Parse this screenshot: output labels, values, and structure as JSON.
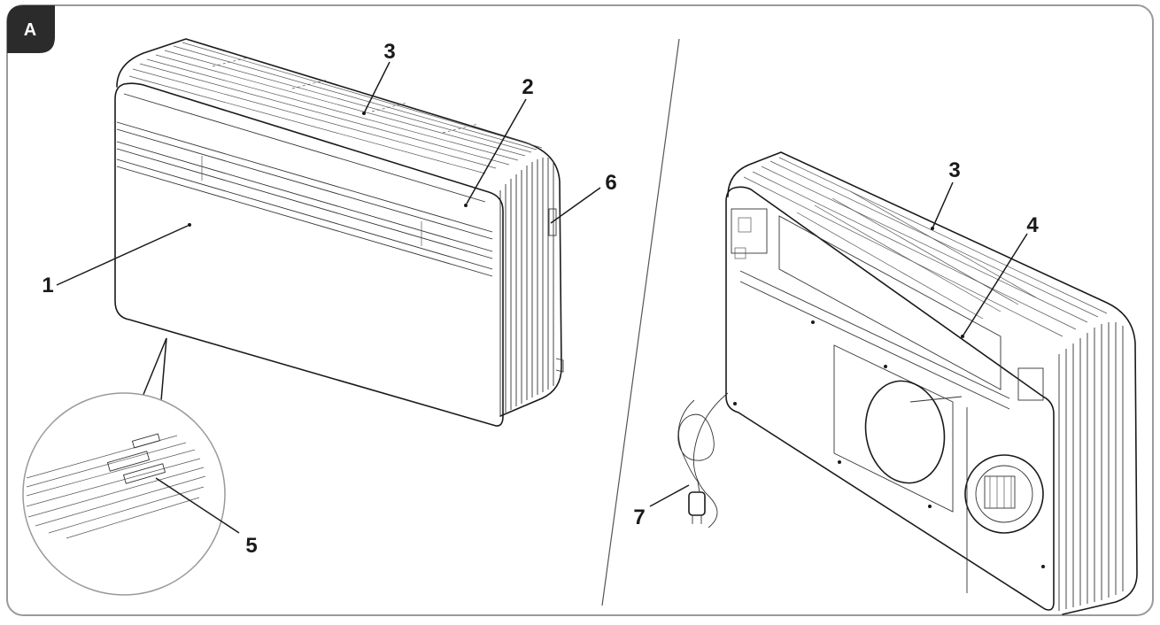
{
  "figure": {
    "badge": "A",
    "callouts": {
      "c1": "1",
      "c2": "2",
      "c3_front": "3",
      "c5": "5",
      "c6": "6",
      "c3_back": "3",
      "c4": "4",
      "c7": "7"
    }
  },
  "colors": {
    "frame": "#9a9a9a",
    "badge_bg": "#2b2b2b",
    "line": "#1a1a1a",
    "fill": "#ffffff"
  }
}
